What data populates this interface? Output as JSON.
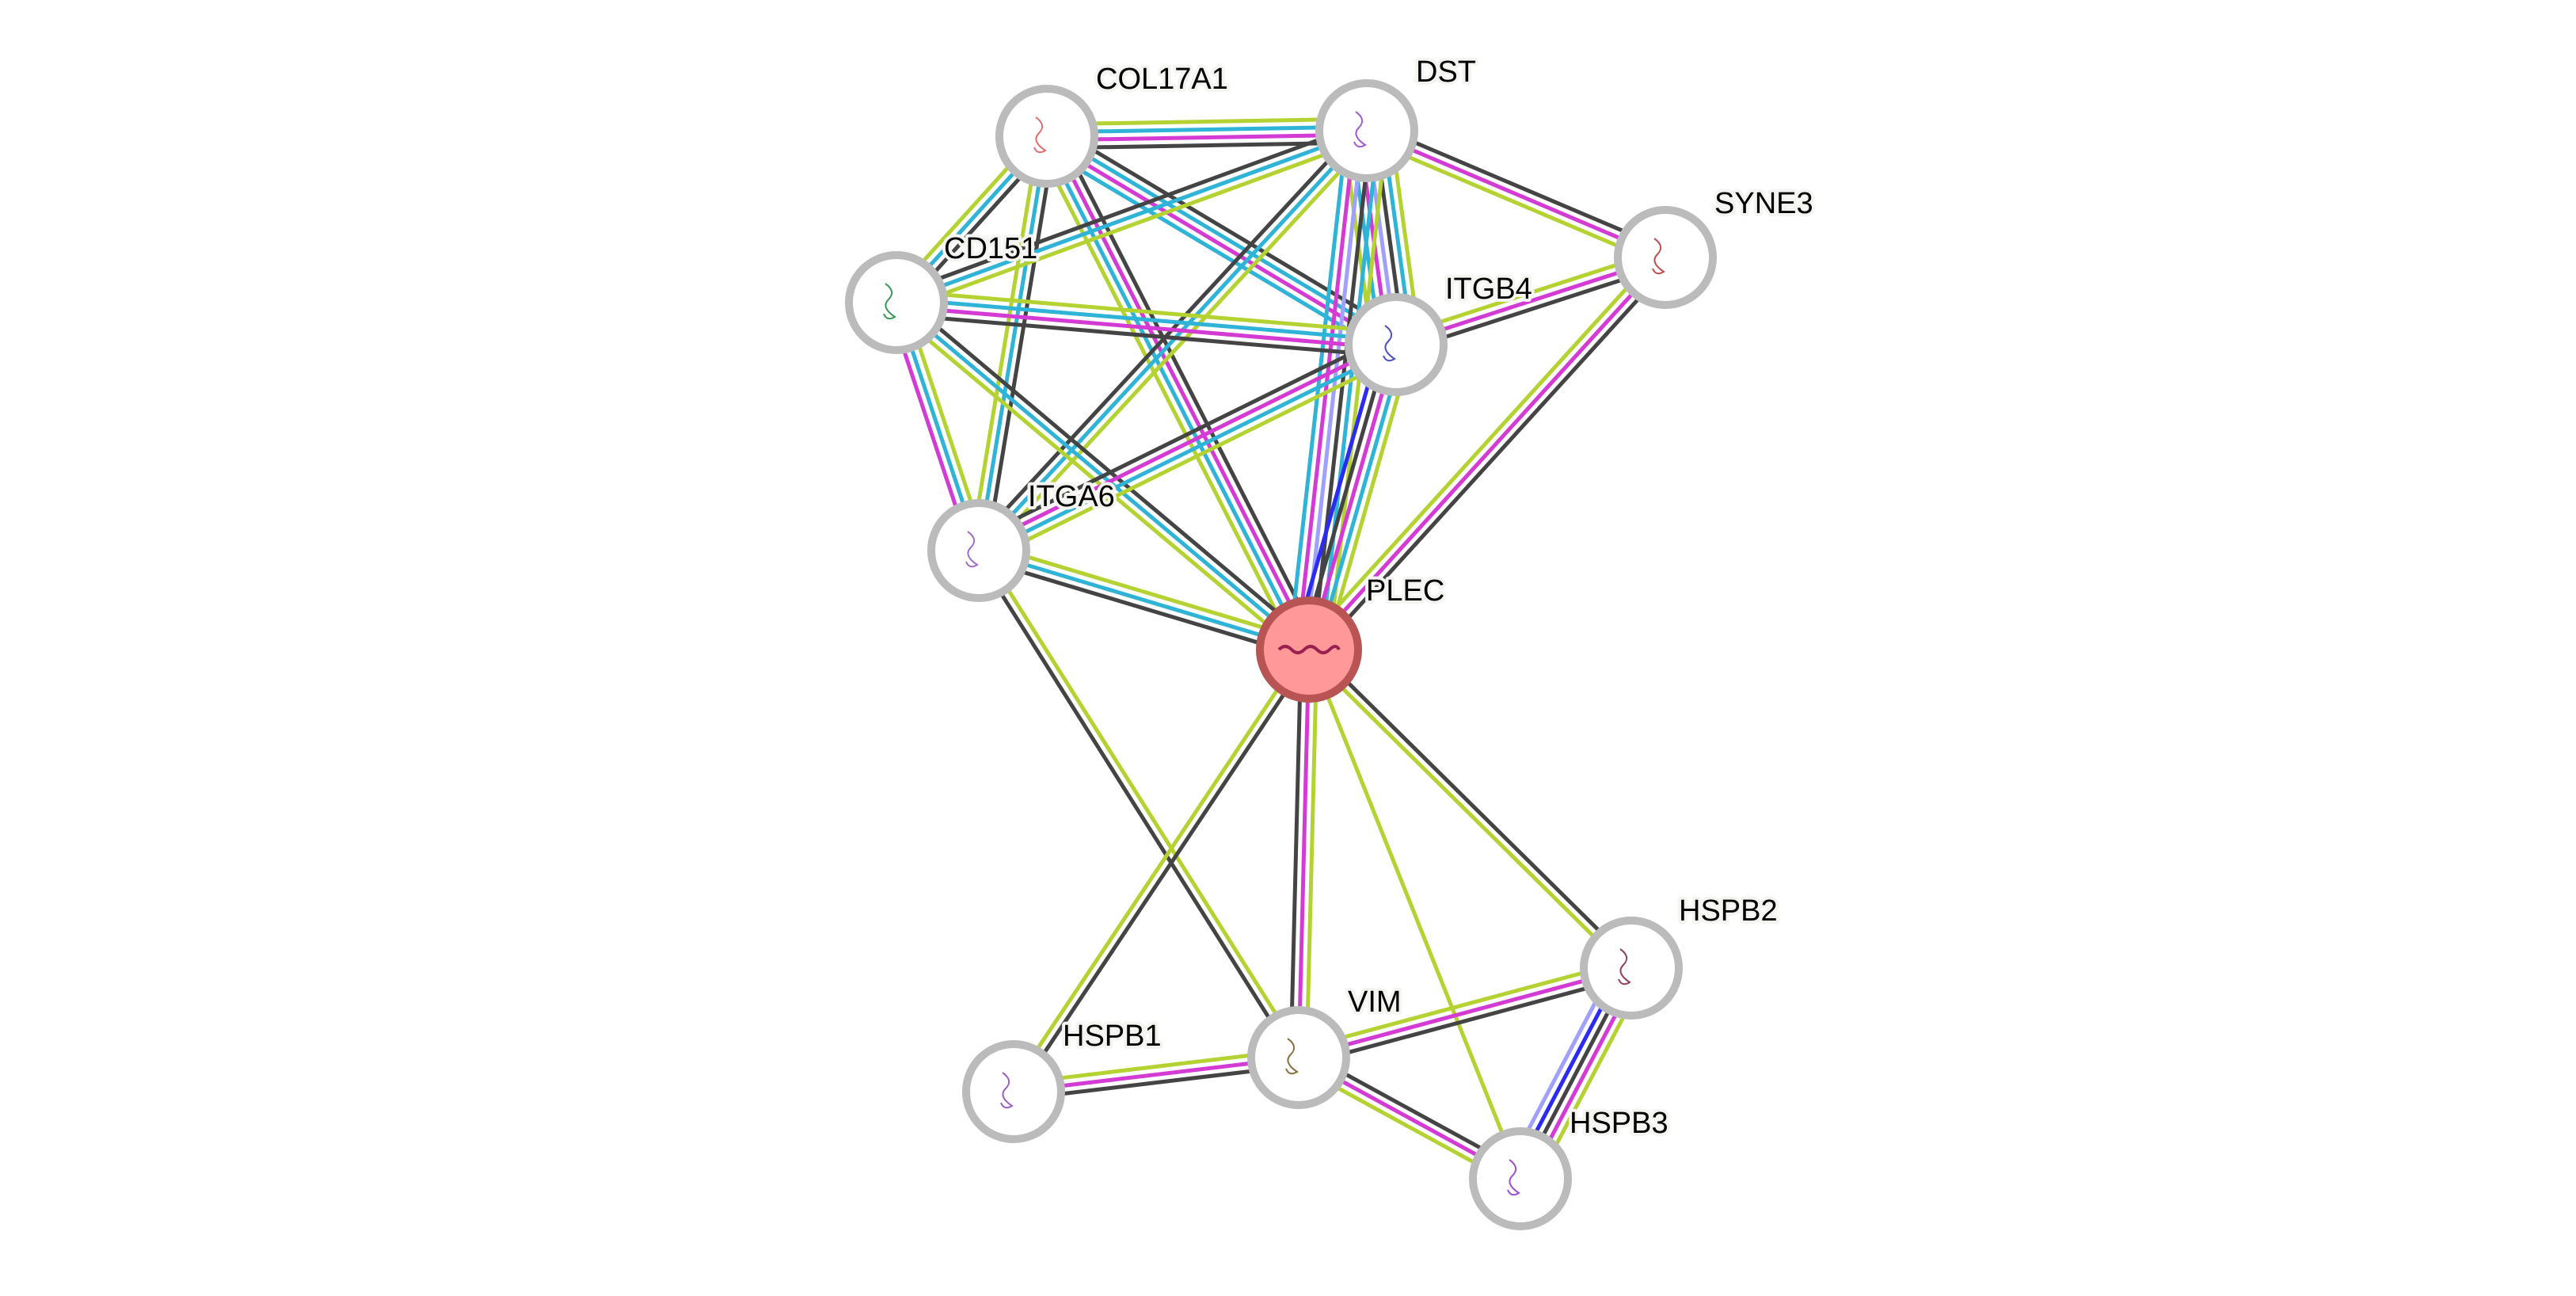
{
  "title": "STRING protein interaction network",
  "edge_colors": {
    "textmining": "#b4d332",
    "database": "#2fb3d6",
    "experiments": "#d43ad4",
    "coexpression": "#444444",
    "cooccurrence": "#2b2bf5",
    "homology": "#a0a0ff"
  },
  "node_style": {
    "query_fill": "#ff9999",
    "query_stroke": "#b85454",
    "partner_fill": "#ffffff",
    "partner_stroke": "#bbbbbb"
  },
  "nodes": [
    {
      "id": "PLEC",
      "label": "PLEC",
      "query": true,
      "glyph_color": "#9b2050"
    },
    {
      "id": "COL17A1",
      "label": "COL17A1",
      "query": false,
      "glyph_color": "#e07070"
    },
    {
      "id": "DST",
      "label": "DST",
      "query": false,
      "glyph_color": "#a05cd0"
    },
    {
      "id": "SYNE3",
      "label": "SYNE3",
      "query": false,
      "glyph_color": "#c05050"
    },
    {
      "id": "CD151",
      "label": "CD151",
      "query": false,
      "glyph_color": "#3a9a5a"
    },
    {
      "id": "ITGB4",
      "label": "ITGB4",
      "query": false,
      "glyph_color": "#4a50c0"
    },
    {
      "id": "ITGA6",
      "label": "ITGA6",
      "query": false,
      "glyph_color": "#a070c8"
    },
    {
      "id": "HSPB2",
      "label": "HSPB2",
      "query": false,
      "glyph_color": "#904060"
    },
    {
      "id": "VIM",
      "label": "VIM",
      "query": false,
      "glyph_color": "#8a7040"
    },
    {
      "id": "HSPB1",
      "label": "HSPB1",
      "query": false,
      "glyph_color": "#9a60c0"
    },
    {
      "id": "HSPB3",
      "label": "HSPB3",
      "query": false,
      "glyph_color": "#9a50d0"
    }
  ],
  "edges": [
    {
      "a": "COL17A1",
      "b": "DST",
      "types": [
        "textmining",
        "database",
        "experiments",
        "coexpression"
      ]
    },
    {
      "a": "COL17A1",
      "b": "CD151",
      "types": [
        "coexpression",
        "database",
        "textmining"
      ]
    },
    {
      "a": "COL17A1",
      "b": "ITGA6",
      "types": [
        "coexpression",
        "database",
        "textmining"
      ]
    },
    {
      "a": "COL17A1",
      "b": "ITGB4",
      "types": [
        "coexpression",
        "database",
        "experiments",
        "database"
      ]
    },
    {
      "a": "COL17A1",
      "b": "PLEC",
      "types": [
        "coexpression",
        "experiments",
        "database",
        "textmining"
      ]
    },
    {
      "a": "DST",
      "b": "CD151",
      "types": [
        "textmining",
        "database",
        "coexpression"
      ]
    },
    {
      "a": "DST",
      "b": "ITGA6",
      "types": [
        "textmining",
        "database",
        "coexpression"
      ]
    },
    {
      "a": "DST",
      "b": "ITGB4",
      "types": [
        "textmining",
        "database",
        "coexpression",
        "homology",
        "experiments",
        "database",
        "textmining"
      ]
    },
    {
      "a": "DST",
      "b": "PLEC",
      "types": [
        "textmining",
        "database",
        "coexpression",
        "homology",
        "experiments",
        "database"
      ]
    },
    {
      "a": "DST",
      "b": "SYNE3",
      "types": [
        "coexpression",
        "experiments",
        "textmining"
      ]
    },
    {
      "a": "SYNE3",
      "b": "ITGB4",
      "types": [
        "coexpression",
        "experiments",
        "textmining"
      ]
    },
    {
      "a": "SYNE3",
      "b": "PLEC",
      "types": [
        "coexpression",
        "experiments",
        "textmining"
      ]
    },
    {
      "a": "CD151",
      "b": "ITGB4",
      "types": [
        "textmining",
        "database",
        "experiments",
        "coexpression"
      ]
    },
    {
      "a": "CD151",
      "b": "ITGA6",
      "types": [
        "textmining",
        "database",
        "experiments"
      ]
    },
    {
      "a": "CD151",
      "b": "PLEC",
      "types": [
        "coexpression",
        "database",
        "textmining"
      ]
    },
    {
      "a": "ITGB4",
      "b": "ITGA6",
      "types": [
        "textmining",
        "database",
        "experiments",
        "coexpression"
      ]
    },
    {
      "a": "ITGB4",
      "b": "PLEC",
      "types": [
        "textmining",
        "database",
        "experiments",
        "coexpression",
        "cooccurrence"
      ]
    },
    {
      "a": "ITGA6",
      "b": "PLEC",
      "types": [
        "textmining",
        "database",
        "coexpression"
      ]
    },
    {
      "a": "ITGA6",
      "b": "VIM",
      "types": [
        "textmining",
        "coexpression"
      ]
    },
    {
      "a": "PLEC",
      "b": "VIM",
      "types": [
        "textmining",
        "experiments",
        "coexpression"
      ]
    },
    {
      "a": "PLEC",
      "b": "HSPB1",
      "types": [
        "coexpression",
        "textmining"
      ]
    },
    {
      "a": "PLEC",
      "b": "HSPB2",
      "types": [
        "coexpression",
        "textmining"
      ]
    },
    {
      "a": "PLEC",
      "b": "HSPB3",
      "types": [
        "textmining"
      ]
    },
    {
      "a": "VIM",
      "b": "HSPB1",
      "types": [
        "coexpression",
        "experiments",
        "textmining"
      ]
    },
    {
      "a": "VIM",
      "b": "HSPB2",
      "types": [
        "textmining",
        "experiments",
        "coexpression"
      ]
    },
    {
      "a": "VIM",
      "b": "HSPB3",
      "types": [
        "coexpression",
        "experiments",
        "textmining"
      ]
    },
    {
      "a": "HSPB2",
      "b": "HSPB3",
      "types": [
        "textmining",
        "experiments",
        "coexpression",
        "cooccurrence",
        "homology"
      ]
    }
  ]
}
